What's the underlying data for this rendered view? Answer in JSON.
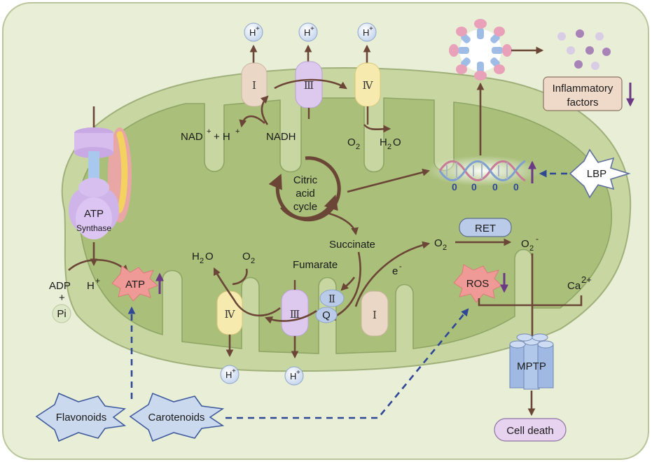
{
  "labels": {
    "h_top_1": "H",
    "h_top_2": "H",
    "h_top_3": "H",
    "h_bot_1": "H",
    "h_bot_2": "H",
    "plus": "+",
    "complex_i_top": "I",
    "complex_iii_top": "Ⅲ",
    "complex_iv_top": "Ⅳ",
    "complex_iv_bot": "Ⅳ",
    "complex_iii_bot": "Ⅲ",
    "complex_ii": "Ⅱ",
    "q": "Q",
    "complex_i_bot": "I",
    "nad": "NAD",
    "nad_rest": "+ H",
    "nadh": "NADH",
    "o2_top_o": "O",
    "o2_sub": "2",
    "h2o_top": "H",
    "h2o_sub": "2",
    "h2o_o": "O",
    "citric": "Citric",
    "acid": "acid",
    "cycle": "cycle",
    "succinate": "Succinate",
    "fumarate": "Fumarate",
    "e_minus": "e",
    "minus": "-",
    "ret": "RET",
    "o2_ret": "O",
    "superoxide": "O",
    "ros": "ROS",
    "ca": "Ca",
    "ca_charge": "2+",
    "atp_synthase_1": "ATP",
    "atp_synthase_2": "Synthase",
    "adp": "ADP",
    "pi": "Pi",
    "atp": "ATP",
    "mptp": "MPTP",
    "cell_death": "Cell death",
    "inflammatory_1": "Inflammatory",
    "inflammatory_2": "factors",
    "lbp": "LBP",
    "flavonoids": "Flavonoids",
    "carotenoids": "Carotenoids",
    "dna_zero": "0"
  },
  "colors": {
    "background_cell": "#e9eed7",
    "outer_membrane": "#c8d6a2",
    "matrix": "#a9bf7a",
    "arrow": "#6b4636",
    "dashed_arrow": "#2f4796",
    "decrease_arrow": "#6b3a84",
    "ros_star": "#ef9a96",
    "complex_i": "#ead7c6",
    "complex_iii": "#ddc8ee",
    "complex_iv": "#f6eaae",
    "ret_box": "#b9cbe8",
    "mptp": "#9fb9e3",
    "cell_death": "#e7d2f0",
    "inflammatory_box": "#efd9c9"
  },
  "icons": [
    "atp-synthase-icon",
    "mptp-channel-icon",
    "dna-helix-icon",
    "inflammasome-icon",
    "star-shape-icon",
    "down-arrow-icon",
    "up-arrow-icon"
  ]
}
